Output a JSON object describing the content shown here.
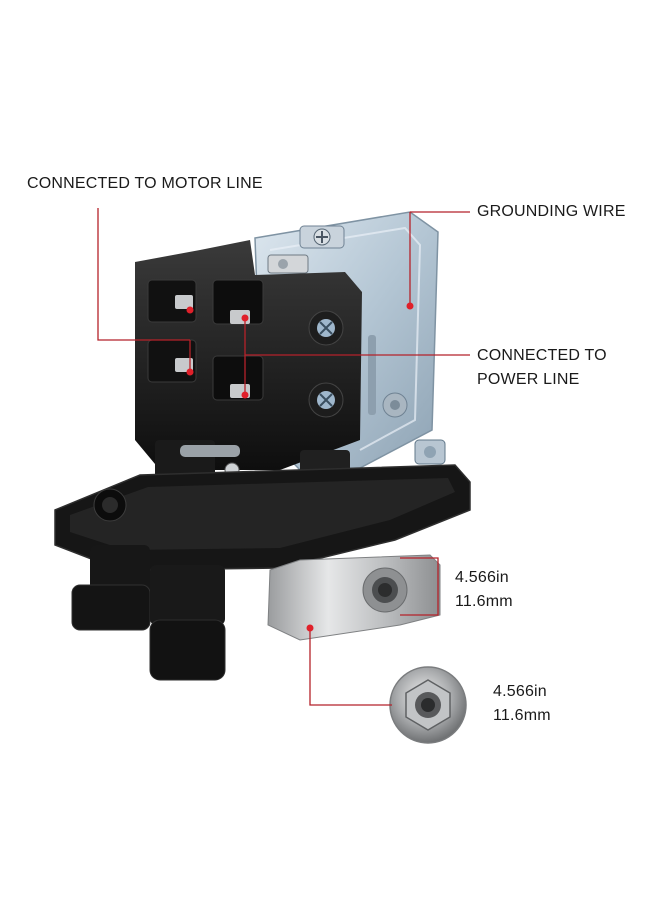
{
  "labels": {
    "motor_line": "CONNECTED TO MOTOR LINE",
    "grounding_wire": "GROUNDING WIRE",
    "power_line_1": "CONNECTED TO",
    "power_line_2": "POWER LINE",
    "port_size_in": "4.566in",
    "port_size_mm": "11.6mm",
    "nut_size_in": "4.566in",
    "nut_size_mm": "11.6mm"
  },
  "colors": {
    "callout_line": "#b5222a",
    "callout_dot": "#e0202a",
    "housing": "#1b1b1b",
    "bracket": "#b9c9d6",
    "metal": "#c6c8ca"
  }
}
